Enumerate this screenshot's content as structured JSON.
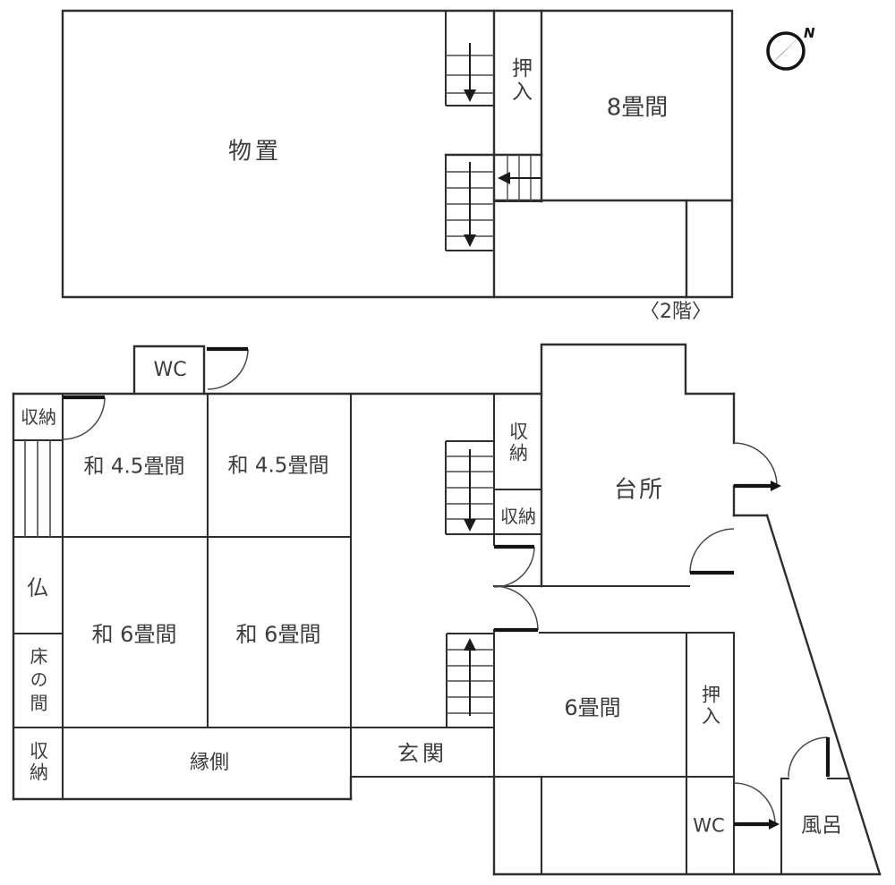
{
  "title": "house-floor-plan",
  "colors": {
    "wall": "#2e2e2e",
    "thin": "#4a4a4a",
    "text": "#3c3c3c",
    "background": "#ffffff"
  },
  "compass": {
    "north": "N",
    "icon": "north-arrow-compass"
  },
  "floor2": {
    "caption": "〈2階〉",
    "monooki": "物置",
    "oshiire": "押入",
    "hachijo": "8畳間"
  },
  "floor1": {
    "wc_outhouse": "WC",
    "closet_nw": "収納",
    "washitsu45_west": "和 4.5畳間",
    "washitsu45_east": "和 4.5畳間",
    "closet_hall_upper": "収納",
    "closet_hall_lower": "収納",
    "kitchen": "台所",
    "butsudan": "仏",
    "washitsu6_west": "和 6畳間",
    "washitsu6_east": "和 6畳間",
    "tokonoma": "床の間",
    "closet_sw": "収納",
    "engawa": "縁側",
    "genkan": "玄関",
    "rokujo": "6畳間",
    "oshiire": "押入",
    "wc": "WC",
    "furo": "風呂"
  }
}
